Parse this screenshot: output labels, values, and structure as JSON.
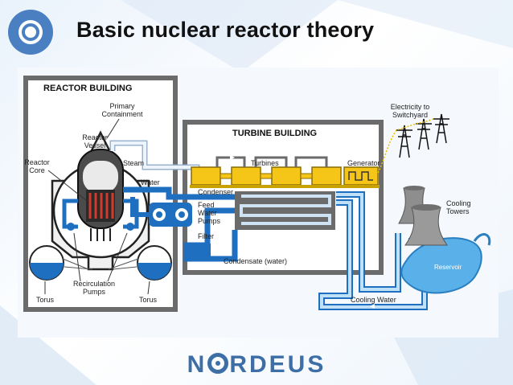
{
  "title": "Basic nuclear reactor theory",
  "brand": {
    "left": "N",
    "right": "RDEUS"
  },
  "labels": {
    "reactor_building": "REACTOR BUILDING",
    "turbine_building": "TURBINE BUILDING",
    "primary_containment_1": "Primary",
    "primary_containment_2": "Containment",
    "reactor_vessel_1": "Reactor",
    "reactor_vessel_2": "Vessel",
    "reactor_core_1": "Reactor",
    "reactor_core_2": "Core",
    "steam": "Steam",
    "water": "Water",
    "turbines": "Turbines",
    "generator": "Generator",
    "condenser": "Condenser",
    "feed_water_pumps_1": "Feed",
    "feed_water_pumps_2": "Water",
    "feed_water_pumps_3": "Pumps",
    "filter": "Filter",
    "condensate": "Condensate (water)",
    "recirculation_pumps_1": "Recirculation",
    "recirculation_pumps_2": "Pumps",
    "torus_left": "Torus",
    "torus_right": "Torus",
    "electricity_1": "Electricity to",
    "electricity_2": "Switchyard",
    "cooling_towers_1": "Cooling",
    "cooling_towers_2": "Towers",
    "reservoir": "Reservoir",
    "cooling_water": "Cooling Water"
  },
  "colors": {
    "accent": "#4a7fc1",
    "pipe_blue": "#1f6fc0",
    "pipe_light": "#d4e6f7",
    "turbine_yellow": "#f5c518",
    "core_red": "#c0392b",
    "reservoir": "#5ab0e8"
  }
}
